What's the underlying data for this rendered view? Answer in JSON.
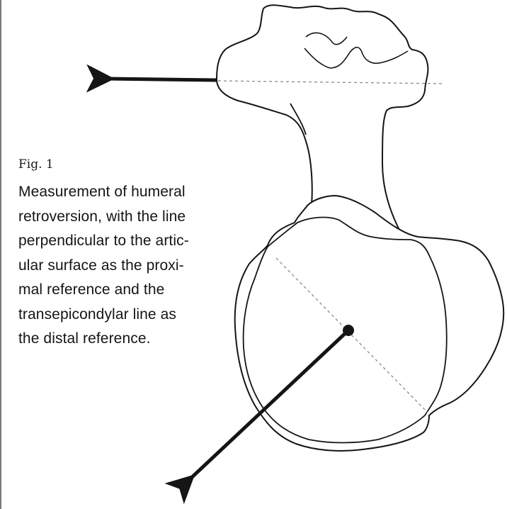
{
  "figure": {
    "label": "Fig. 1",
    "caption_lines": [
      "Measurement of humeral",
      "retroversion, with the line",
      "perpendicular to the artic-",
      "ular surface as the proxi-",
      "mal reference and the",
      "transepicondylar line as",
      "the distal reference."
    ]
  },
  "colors": {
    "ink": "#151515",
    "dashed_line": "#8a8a8a",
    "border": "#7a7a7a"
  }
}
